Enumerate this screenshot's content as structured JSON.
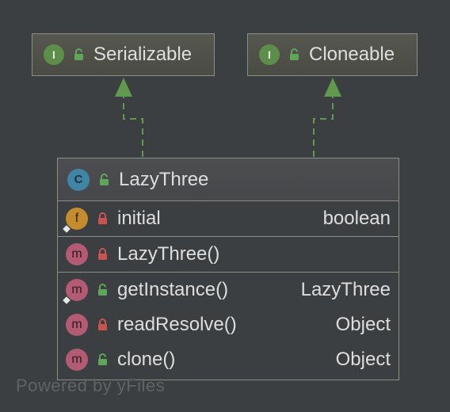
{
  "interfaces": [
    {
      "name": "Serializable",
      "kind_icon": "I"
    },
    {
      "name": "Cloneable",
      "kind_icon": "I"
    }
  ],
  "class": {
    "name": "LazyThree",
    "kind_icon": "C",
    "fields": [
      {
        "icon": "f",
        "visibility": "private",
        "name": "initial",
        "type": "boolean"
      }
    ],
    "constructors": [
      {
        "icon": "m",
        "visibility": "private",
        "name": "LazyThree()",
        "type": ""
      }
    ],
    "methods": [
      {
        "icon": "m",
        "visibility": "public",
        "name": "getInstance()",
        "type": "LazyThree"
      },
      {
        "icon": "m",
        "visibility": "private",
        "name": "readResolve()",
        "type": "Object"
      },
      {
        "icon": "m",
        "visibility": "public",
        "name": "clone()",
        "type": "Object"
      }
    ]
  },
  "footer": "Powered by yFiles",
  "colors": {
    "background": "#3c3f41",
    "public_lock": "#5fa65a",
    "private_lock": "#c75450",
    "arrow": "#5f9a4e"
  }
}
